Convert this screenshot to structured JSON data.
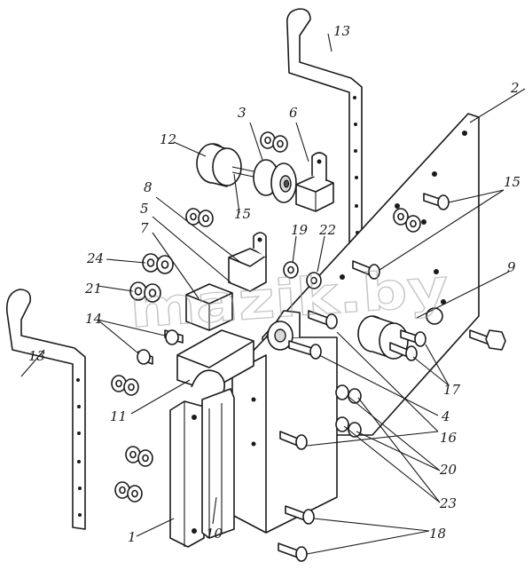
{
  "watermark": "mazik.by",
  "callouts": [
    {
      "id": "c13a",
      "text": "13"
    },
    {
      "id": "c2",
      "text": "2"
    },
    {
      "id": "c3",
      "text": "3"
    },
    {
      "id": "c6",
      "text": "6"
    },
    {
      "id": "c12",
      "text": "12"
    },
    {
      "id": "c15a",
      "text": "15"
    },
    {
      "id": "c15b",
      "text": "15"
    },
    {
      "id": "c8",
      "text": "8"
    },
    {
      "id": "c5",
      "text": "5"
    },
    {
      "id": "c7",
      "text": "7"
    },
    {
      "id": "c19",
      "text": "19"
    },
    {
      "id": "c22",
      "text": "22"
    },
    {
      "id": "c24",
      "text": "24"
    },
    {
      "id": "c21",
      "text": "21"
    },
    {
      "id": "c9",
      "text": "9"
    },
    {
      "id": "c14",
      "text": "14"
    },
    {
      "id": "c13b",
      "text": "13"
    },
    {
      "id": "c17",
      "text": "17"
    },
    {
      "id": "c11",
      "text": "11"
    },
    {
      "id": "c4",
      "text": "4"
    },
    {
      "id": "c16",
      "text": "16"
    },
    {
      "id": "c20",
      "text": "20"
    },
    {
      "id": "c23",
      "text": "23"
    },
    {
      "id": "c1",
      "text": "1"
    },
    {
      "id": "c10",
      "text": "10"
    },
    {
      "id": "c18",
      "text": "18"
    }
  ]
}
